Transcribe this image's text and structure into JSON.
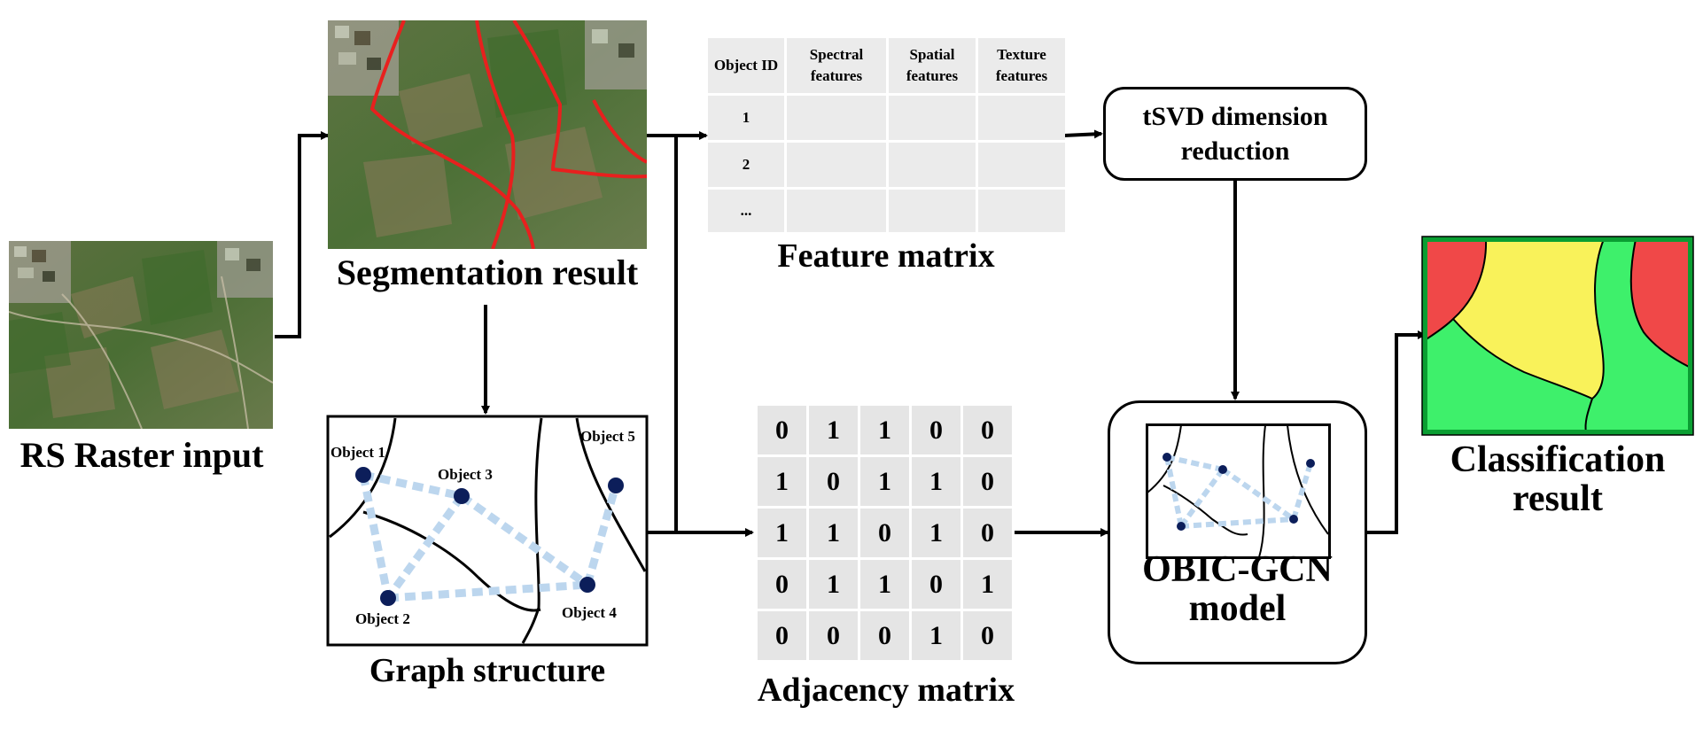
{
  "captions": {
    "rs_input": "RS Raster input",
    "segmentation": "Segmentation result",
    "feature_matrix": "Feature matrix",
    "graph_structure": "Graph structure",
    "adjacency_matrix": "Adjacency matrix",
    "classification_line1": "Classification",
    "classification_line2": "result"
  },
  "tsvd": {
    "line1": "tSVD dimension",
    "line2": "reduction"
  },
  "model": {
    "line1": "OBIC-GCN",
    "line2": "model"
  },
  "feature_matrix": {
    "headers": [
      "Object ID",
      "Spectral features",
      "Spatial features",
      "Texture features"
    ],
    "rows": [
      "1",
      "2",
      "..."
    ]
  },
  "adjacency_matrix": [
    [
      "0",
      "1",
      "1",
      "0",
      "0"
    ],
    [
      "1",
      "0",
      "1",
      "1",
      "0"
    ],
    [
      "1",
      "1",
      "0",
      "1",
      "0"
    ],
    [
      "0",
      "1",
      "1",
      "0",
      "1"
    ],
    [
      "0",
      "0",
      "0",
      "1",
      "0"
    ]
  ],
  "graph_objects": [
    "Object 1",
    "Object 2",
    "Object 3",
    "Object 4",
    "Object 5"
  ],
  "colors": {
    "boundary_red": "#e8201e",
    "edge_blue": "#bcd6ee",
    "node_navy": "#0c1e5a",
    "class_red": "#f04848",
    "class_yellow": "#f9f25a",
    "class_green": "#3ef06b",
    "class_border": "#0a9e32"
  }
}
